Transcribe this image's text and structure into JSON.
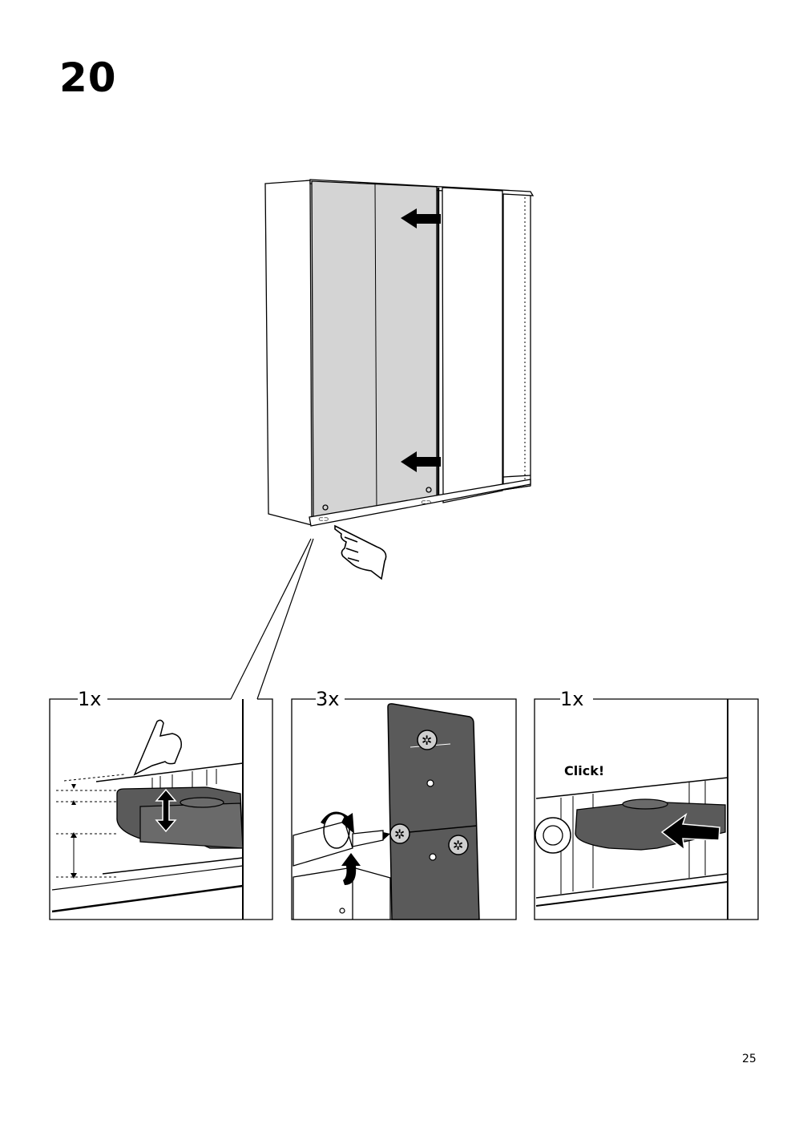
{
  "step": {
    "number": "20"
  },
  "page": {
    "number": "25"
  },
  "details": [
    {
      "quantity": "1x"
    },
    {
      "quantity": "3x"
    },
    {
      "quantity": "1x",
      "callout": "Click!"
    }
  ],
  "colors": {
    "panel": "#d4d4d4",
    "dark_part": "#5a5a5a",
    "line": "#000000"
  }
}
